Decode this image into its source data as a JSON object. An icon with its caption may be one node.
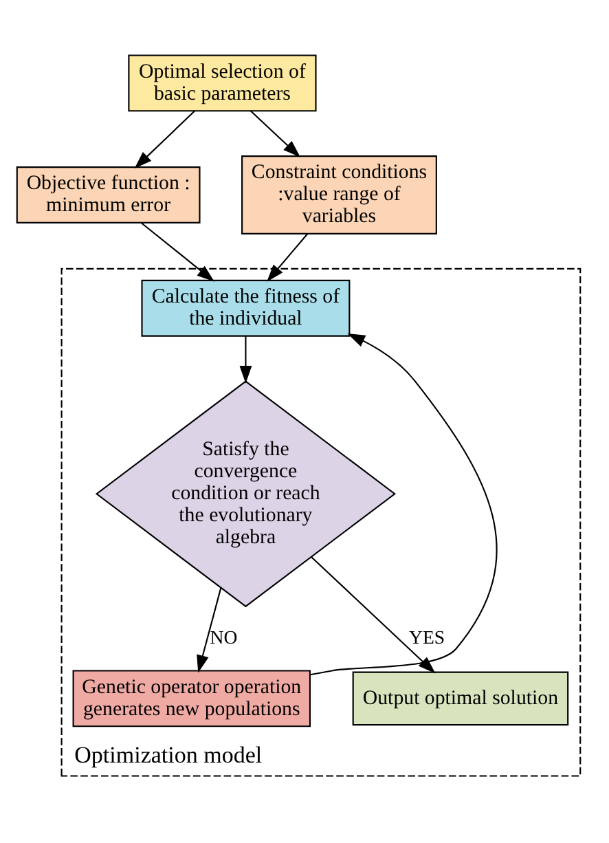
{
  "diagram": {
    "nodes": [
      {
        "text": [
          "Optimal selection of basic parameters"
        ]
      },
      {
        "text": [
          "Objective function : minimum error"
        ]
      },
      {
        "text": [
          "Constraint conditions :value range of variables"
        ]
      },
      {
        "text": [
          "Optimization model"
        ]
      },
      {
        "text": [
          "Calculate the fitness of the individual"
        ],
        "in": 3
      },
      {
        "text": [
          "Satisfy the convergence condition or reach the evolutionary algebra"
        ],
        "in": 3
      },
      {
        "text": [
          "Genetic operator operation generates new populations"
        ],
        "in": 3
      },
      {
        "text": [
          "Output optimal solution"
        ],
        "in": 3
      }
    ],
    "edges": [
      {
        "from": 0,
        "to": 1,
        "arrow": "to"
      },
      {
        "from": 0,
        "to": 2,
        "arrow": "to"
      },
      {
        "from": 1,
        "to": 4,
        "arrow": "to"
      },
      {
        "from": 2,
        "to": 4,
        "arrow": "to"
      },
      {
        "from": 4,
        "to": 5,
        "arrow": "to"
      },
      {
        "from": 5,
        "to": 6,
        "label": "NO",
        "arrow": "to"
      },
      {
        "from": 6,
        "to": 4,
        "arrow": "to"
      },
      {
        "from": 5,
        "to": 7,
        "label": "YES",
        "arrow": "to"
      }
    ]
  }
}
